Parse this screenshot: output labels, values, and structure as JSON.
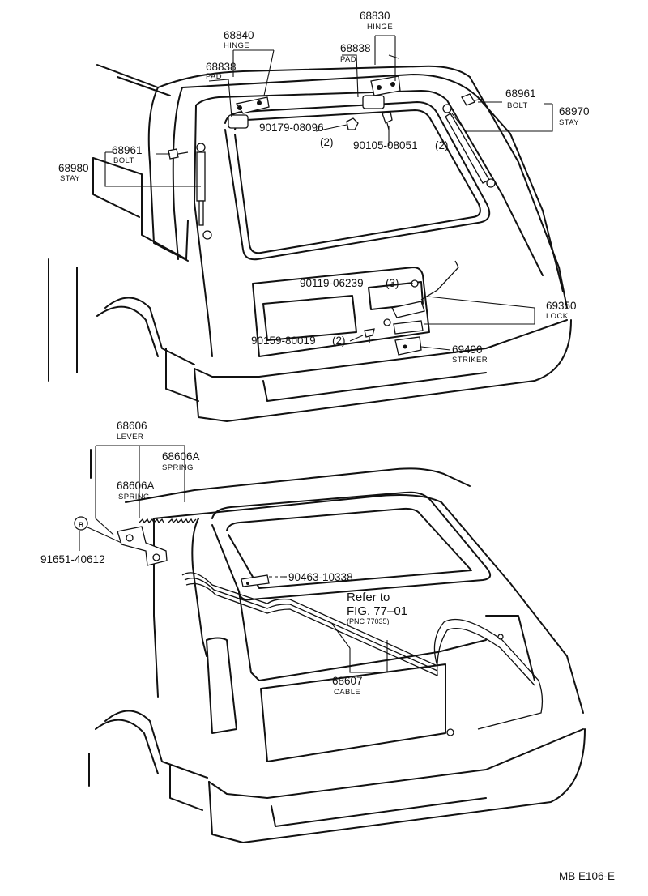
{
  "diagram": {
    "figure_code": "MB E106-E",
    "parts": {
      "p68830": {
        "number": "68830",
        "name": "HINGE"
      },
      "p68840": {
        "number": "68840",
        "name": "HINGE"
      },
      "p68838a": {
        "number": "68838",
        "name": "PAD"
      },
      "p68838b": {
        "number": "68838",
        "name": "PAD"
      },
      "p68961a": {
        "number": "68961",
        "name": "BOLT"
      },
      "p68970": {
        "number": "68970",
        "name": "STAY"
      },
      "p68961b": {
        "number": "68961",
        "name": "BOLT"
      },
      "p68980": {
        "number": "68980",
        "name": "STAY"
      },
      "p90179": {
        "number": "90179-08096",
        "qty": "(2)"
      },
      "p90105": {
        "number": "90105-08051",
        "qty": "(2)"
      },
      "p90119": {
        "number": "90119-06239",
        "qty": "(3)"
      },
      "p69350": {
        "number": "69350",
        "name": "LOCK"
      },
      "p90159": {
        "number": "90159-80019",
        "qty": "(2)"
      },
      "p69490": {
        "number": "69490",
        "name": "STRIKER"
      },
      "p68606": {
        "number": "68606",
        "name": "LEVER"
      },
      "p68606A1": {
        "number": "68606A",
        "name": "SPRING"
      },
      "p68606A2": {
        "number": "68606A",
        "name": "SPRING"
      },
      "p91651": {
        "number": "91651-40612",
        "marker": "B"
      },
      "p90463": {
        "number": "90463-10338"
      },
      "p68607": {
        "number": "68607",
        "name": "CABLE"
      }
    },
    "reference": {
      "line1": "Refer to",
      "line2": "FIG. 77–01",
      "line3": "(PNC 77035)"
    }
  }
}
